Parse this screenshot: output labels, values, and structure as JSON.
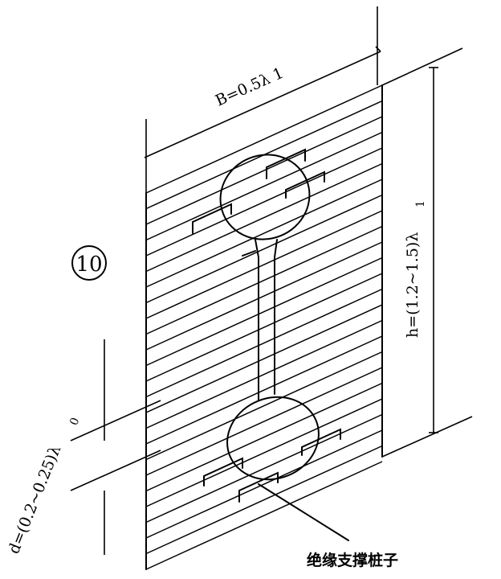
{
  "diagram": {
    "marker": "10",
    "width_label": "B=0.5λ 1",
    "height_label": "h=(1.2~1.5)λ",
    "height_subscript": "1",
    "spacing_label": "d=(0.2~0.25)λ",
    "spacing_subscript": "0",
    "insulator_label": "绝缘支撑桩子"
  }
}
